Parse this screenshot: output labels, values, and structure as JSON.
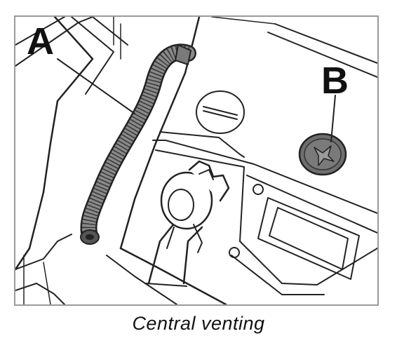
{
  "figure": {
    "callouts": {
      "a": "A",
      "b": "B"
    },
    "caption": "Central venting",
    "parts": {
      "vent_hose": "corrugated-vent-hose",
      "vent_plug": "vent-plug",
      "terminal_clamp": "battery-terminal-clamp",
      "filler_cap": "slotted-cell-cap"
    },
    "colors": {
      "line": "#222222",
      "hose_fill": "#8a8a8a",
      "plug_fill": "#6e6e6e",
      "frame_border": "#9a9a9a"
    }
  }
}
